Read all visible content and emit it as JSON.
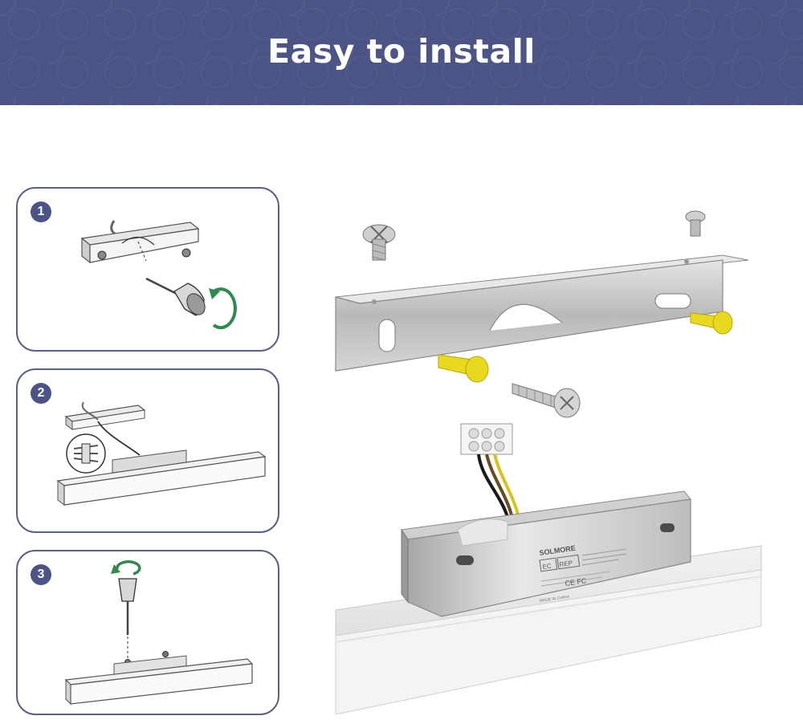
{
  "header": {
    "title": "Easy to install"
  },
  "steps": [
    {
      "number": "1",
      "icon": "screwdriver-bracket-icon"
    },
    {
      "number": "2",
      "icon": "wire-connection-icon"
    },
    {
      "number": "3",
      "icon": "screw-fixture-icon"
    }
  ],
  "product": {
    "brand": "SOLMORE",
    "ec_mark": "EC",
    "rep_mark": "REP",
    "cert_marks": "CE FC",
    "origin": "MADE IN CHINA"
  },
  "colors": {
    "banner": "#4c5486",
    "card_border": "#5a6089",
    "wall_plug": "#e8d81f",
    "arrow": "#2e8a4e"
  }
}
